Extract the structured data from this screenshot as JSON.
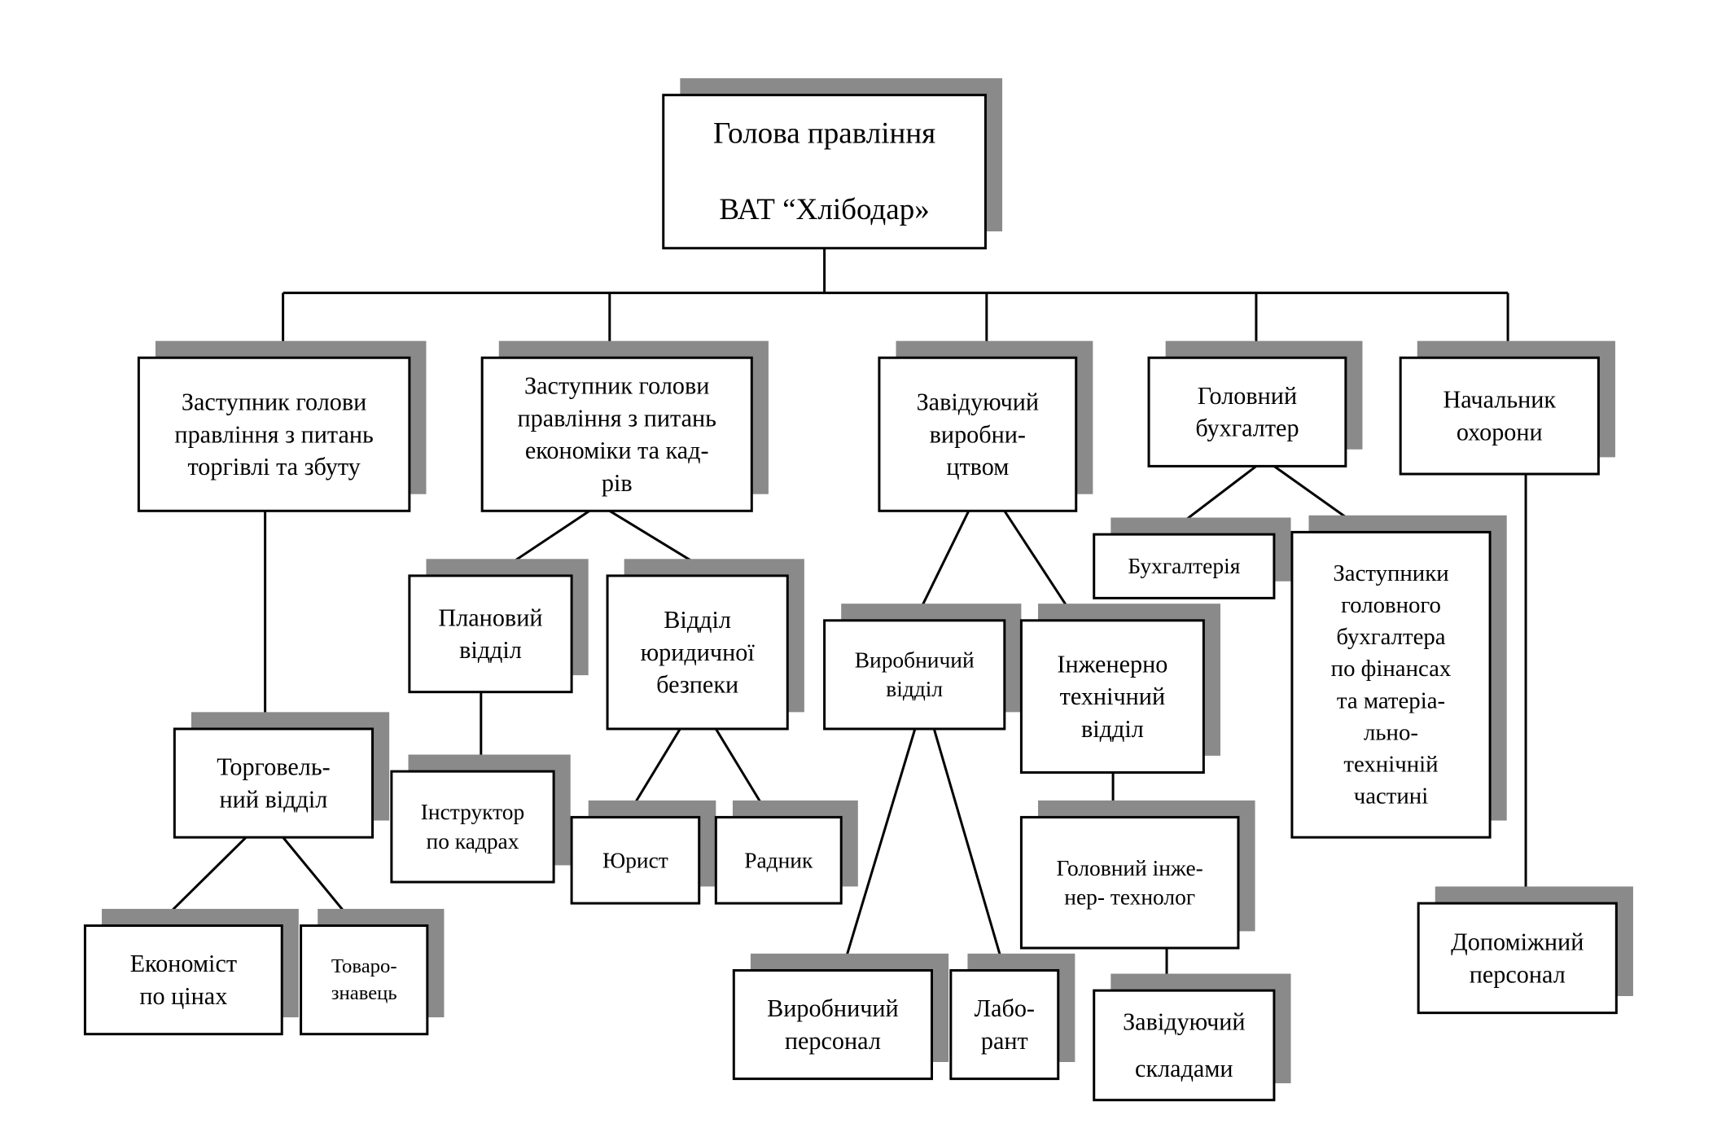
{
  "diagram": {
    "type": "organizational-chart",
    "nodes": [
      {
        "id": "head",
        "lines": [
          "Голова правління",
          "ВАТ “Хлібодар»"
        ]
      },
      {
        "id": "deputy-trade",
        "lines": [
          "Заступник голови",
          "правління з питань",
          "торгівлі та збуту"
        ]
      },
      {
        "id": "deputy-economics",
        "lines": [
          "Заступник голови",
          "правління з питань",
          "економіки та кад-",
          "рів"
        ]
      },
      {
        "id": "production-head",
        "lines": [
          "Завідуючий",
          "виробни-",
          "цтвом"
        ]
      },
      {
        "id": "chief-accountant",
        "lines": [
          "Головний",
          "бухгалтер"
        ]
      },
      {
        "id": "security-head",
        "lines": [
          "Начальник",
          "охорони"
        ]
      },
      {
        "id": "planning-dept",
        "lines": [
          "Плановий",
          "відділ"
        ]
      },
      {
        "id": "legal-dept",
        "lines": [
          "Відділ",
          "юридичної",
          "безпеки"
        ]
      },
      {
        "id": "trade-dept",
        "lines": [
          "Торговель-",
          "ний відділ"
        ]
      },
      {
        "id": "hr-instructor",
        "lines": [
          "Інструктор",
          "по кадрах"
        ]
      },
      {
        "id": "lawyer",
        "lines": [
          "Юрист"
        ]
      },
      {
        "id": "advisor",
        "lines": [
          "Радник"
        ]
      },
      {
        "id": "price-economist",
        "lines": [
          "Економіст",
          "по цінах"
        ]
      },
      {
        "id": "merchandiser",
        "lines": [
          "Товаро-",
          "знавець"
        ]
      },
      {
        "id": "production-dept",
        "lines": [
          "Виробничий",
          "відділ"
        ]
      },
      {
        "id": "engineering-dept",
        "lines": [
          "Інженерно",
          "технічний",
          "відділ"
        ]
      },
      {
        "id": "chief-technologist",
        "lines": [
          "Головний інже-",
          "нер- технолог"
        ]
      },
      {
        "id": "warehouse-head",
        "lines": [
          "Завідуючий",
          "складами"
        ]
      },
      {
        "id": "production-staff",
        "lines": [
          "Виробничий",
          "персонал"
        ]
      },
      {
        "id": "lab-assistant",
        "lines": [
          "Лабо-",
          "рант"
        ]
      },
      {
        "id": "accounting",
        "lines": [
          "Бухгалтерія"
        ]
      },
      {
        "id": "deputy-accountants",
        "lines": [
          "Заступники",
          "головного",
          "бухгалтера",
          "по фінансах",
          "та матеріа-",
          "льно-",
          "технічній",
          "частині"
        ]
      },
      {
        "id": "support-staff",
        "lines": [
          "Допоміжний",
          "персонал"
        ]
      }
    ]
  },
  "colors": {
    "box_border": "#000000",
    "box_fill": "#ffffff",
    "shadow": "#8a8a8a",
    "text": "#000000"
  }
}
